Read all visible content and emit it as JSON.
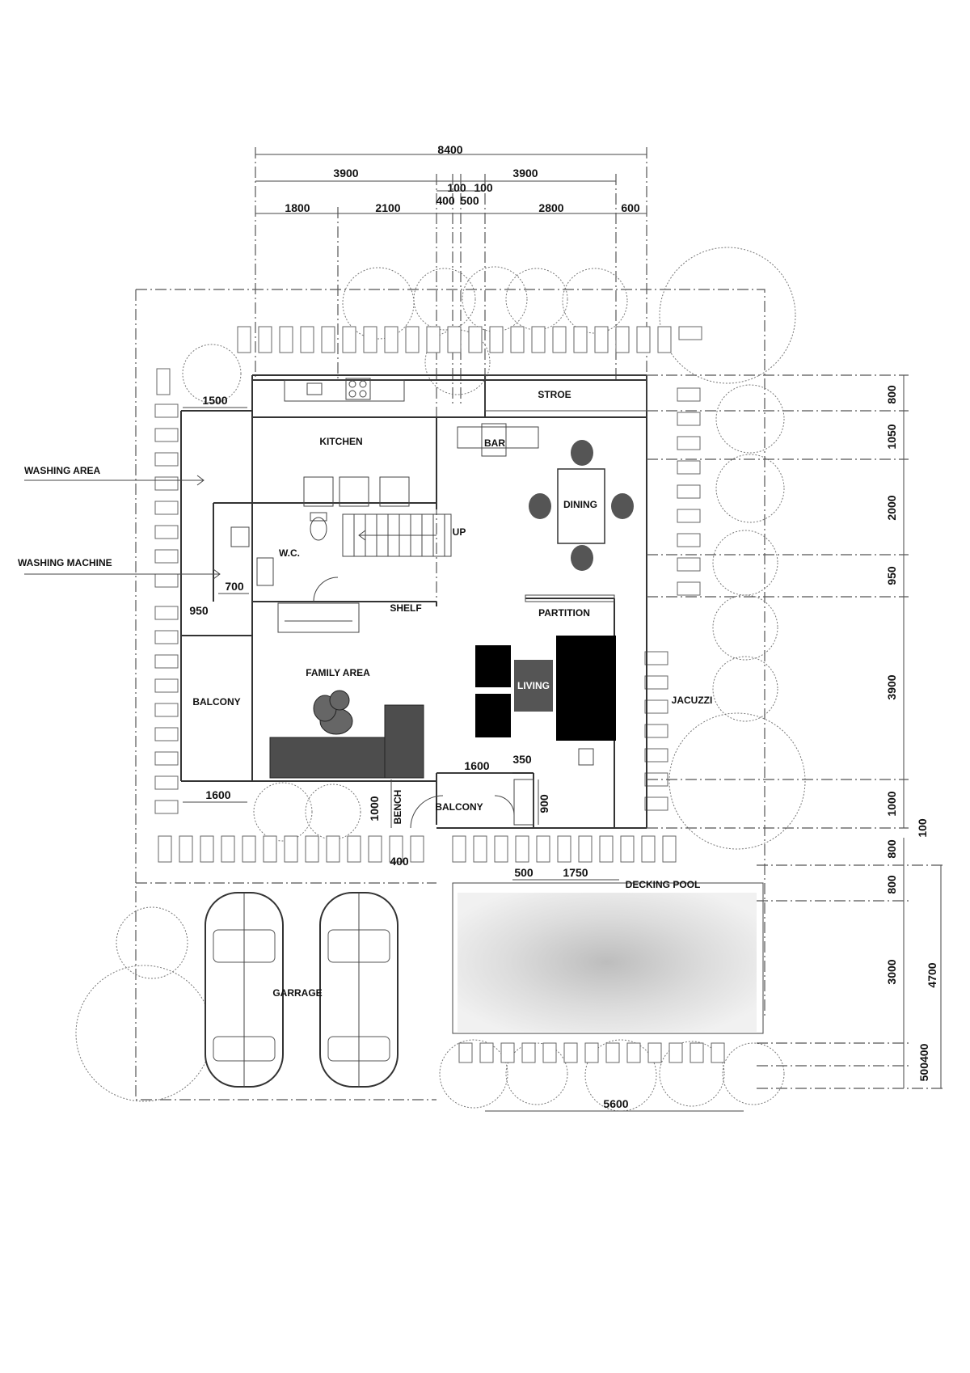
{
  "dims_top": {
    "overall": "8400",
    "half_left": "3900",
    "half_right": "3900",
    "small_a": "100",
    "small_b": "100",
    "seg1": "1800",
    "seg2": "2100",
    "seg3": "400",
    "seg4": "500",
    "seg5": "2800",
    "seg6": "600"
  },
  "dims_right": {
    "d1": "800",
    "d2": "1050",
    "d3": "2000",
    "d4": "950",
    "d5": "3900",
    "d6": "1000",
    "d7": "100",
    "d8": "800",
    "d9": "800",
    "d10": "3000",
    "d11": "4700",
    "d12": "500400"
  },
  "dims_inner": {
    "left_1500": "1500",
    "wc_700": "700",
    "wc_950": "950",
    "bal_1600_left": "1600",
    "bench_1000": "1000",
    "bench_400": "400",
    "bal_1600": "1600",
    "bal_350": "350",
    "bal_900": "900",
    "pool_500": "500",
    "pool_1750": "1750",
    "pool_5600": "5600"
  },
  "rooms": {
    "kitchen": "KITCHEN",
    "store": "STROE",
    "bar": "BAR",
    "dining": "DINING",
    "wc": "W.C.",
    "up": "UP",
    "shelf": "SHELF",
    "partition": "PARTITION",
    "family": "FAMILY AREA",
    "living": "LIVING",
    "balcony_left": "BALCONY",
    "jacuzzi": "JACUZZI",
    "bench": "BENCH",
    "balcony_mid": "BALCONY",
    "decking_pool": "DECKING POOL",
    "garage": "GARRAGE"
  },
  "callouts": {
    "washing_area": "WASHING AREA",
    "washing_machine": "WASHING MACHINE"
  }
}
